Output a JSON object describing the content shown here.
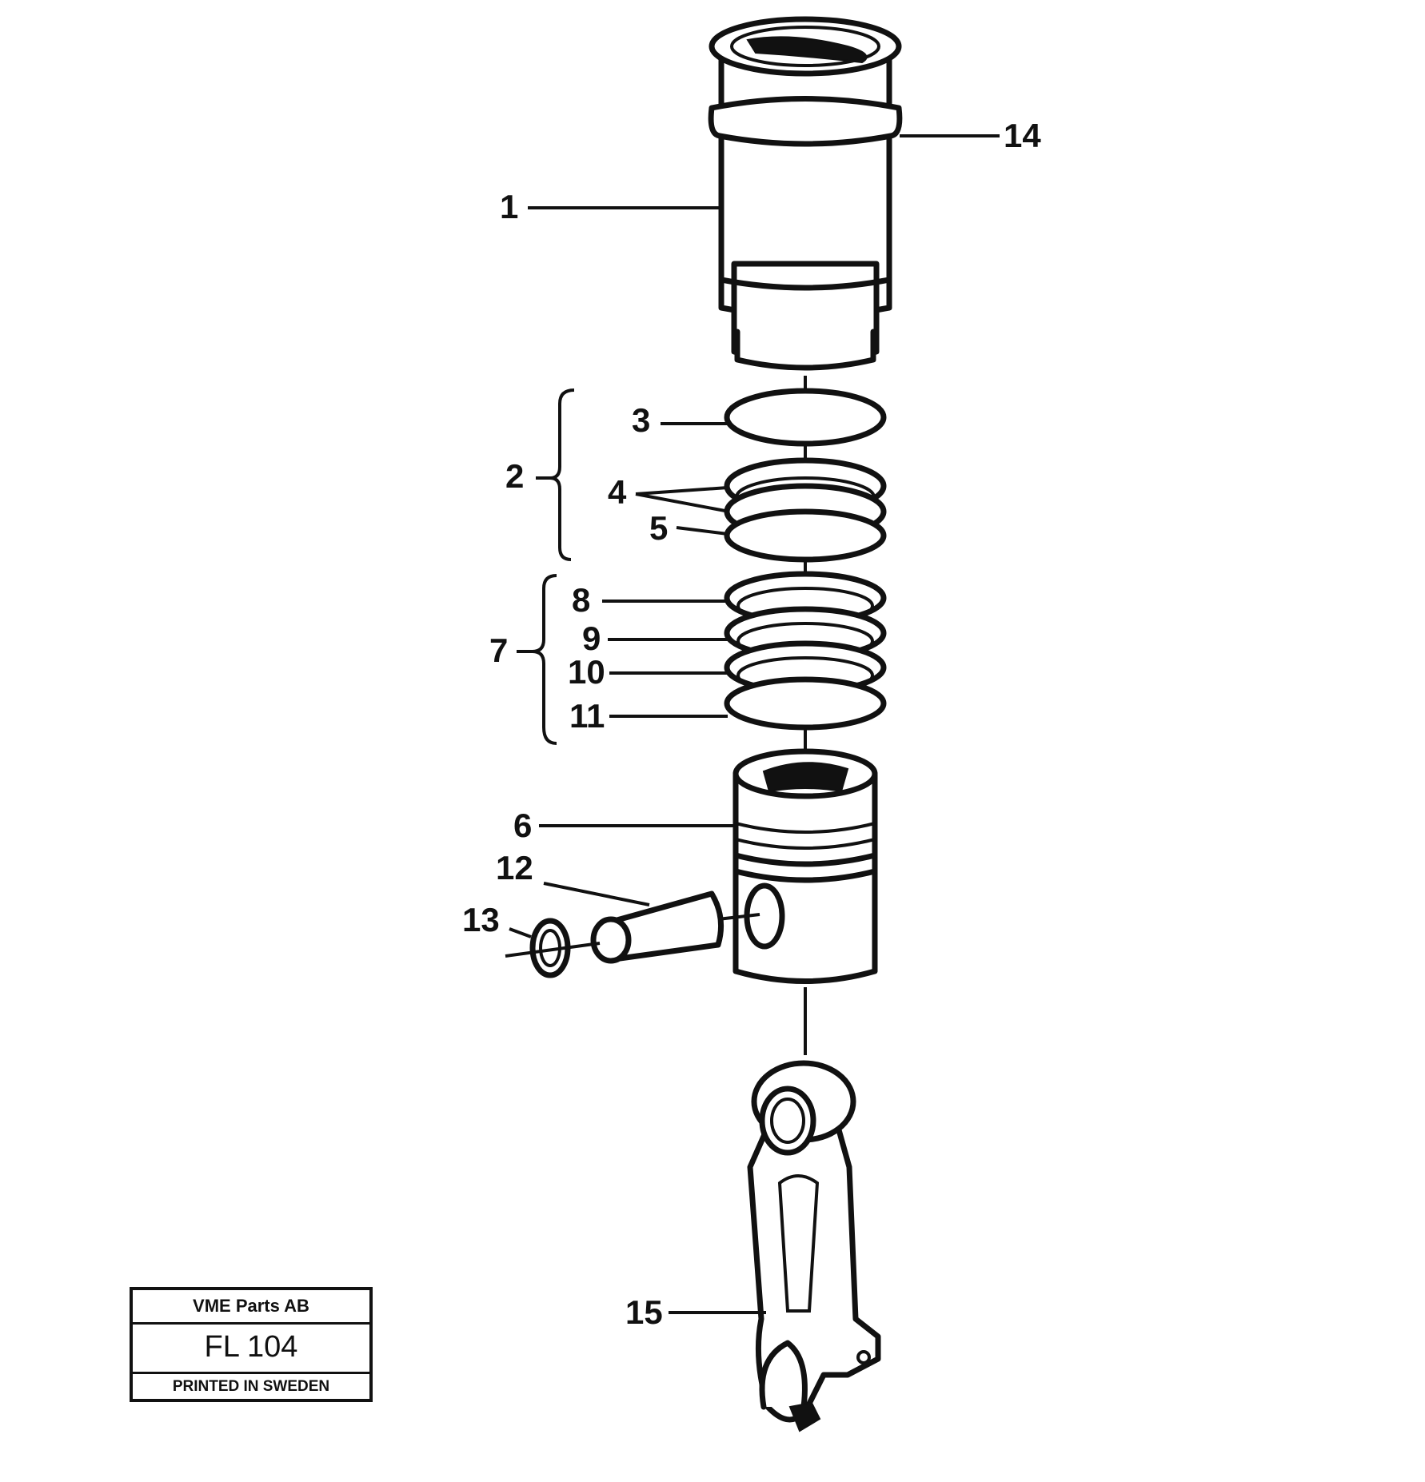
{
  "callouts": [
    "1",
    "2",
    "3",
    "4",
    "5",
    "6",
    "7",
    "8",
    "9",
    "10",
    "11",
    "12",
    "13",
    "14",
    "15"
  ],
  "title_block": {
    "company": "VME Parts AB",
    "code": "FL 104",
    "printed": "PRINTED IN SWEDEN"
  },
  "colors": {
    "ink": "#111111",
    "paper": "#ffffff"
  }
}
